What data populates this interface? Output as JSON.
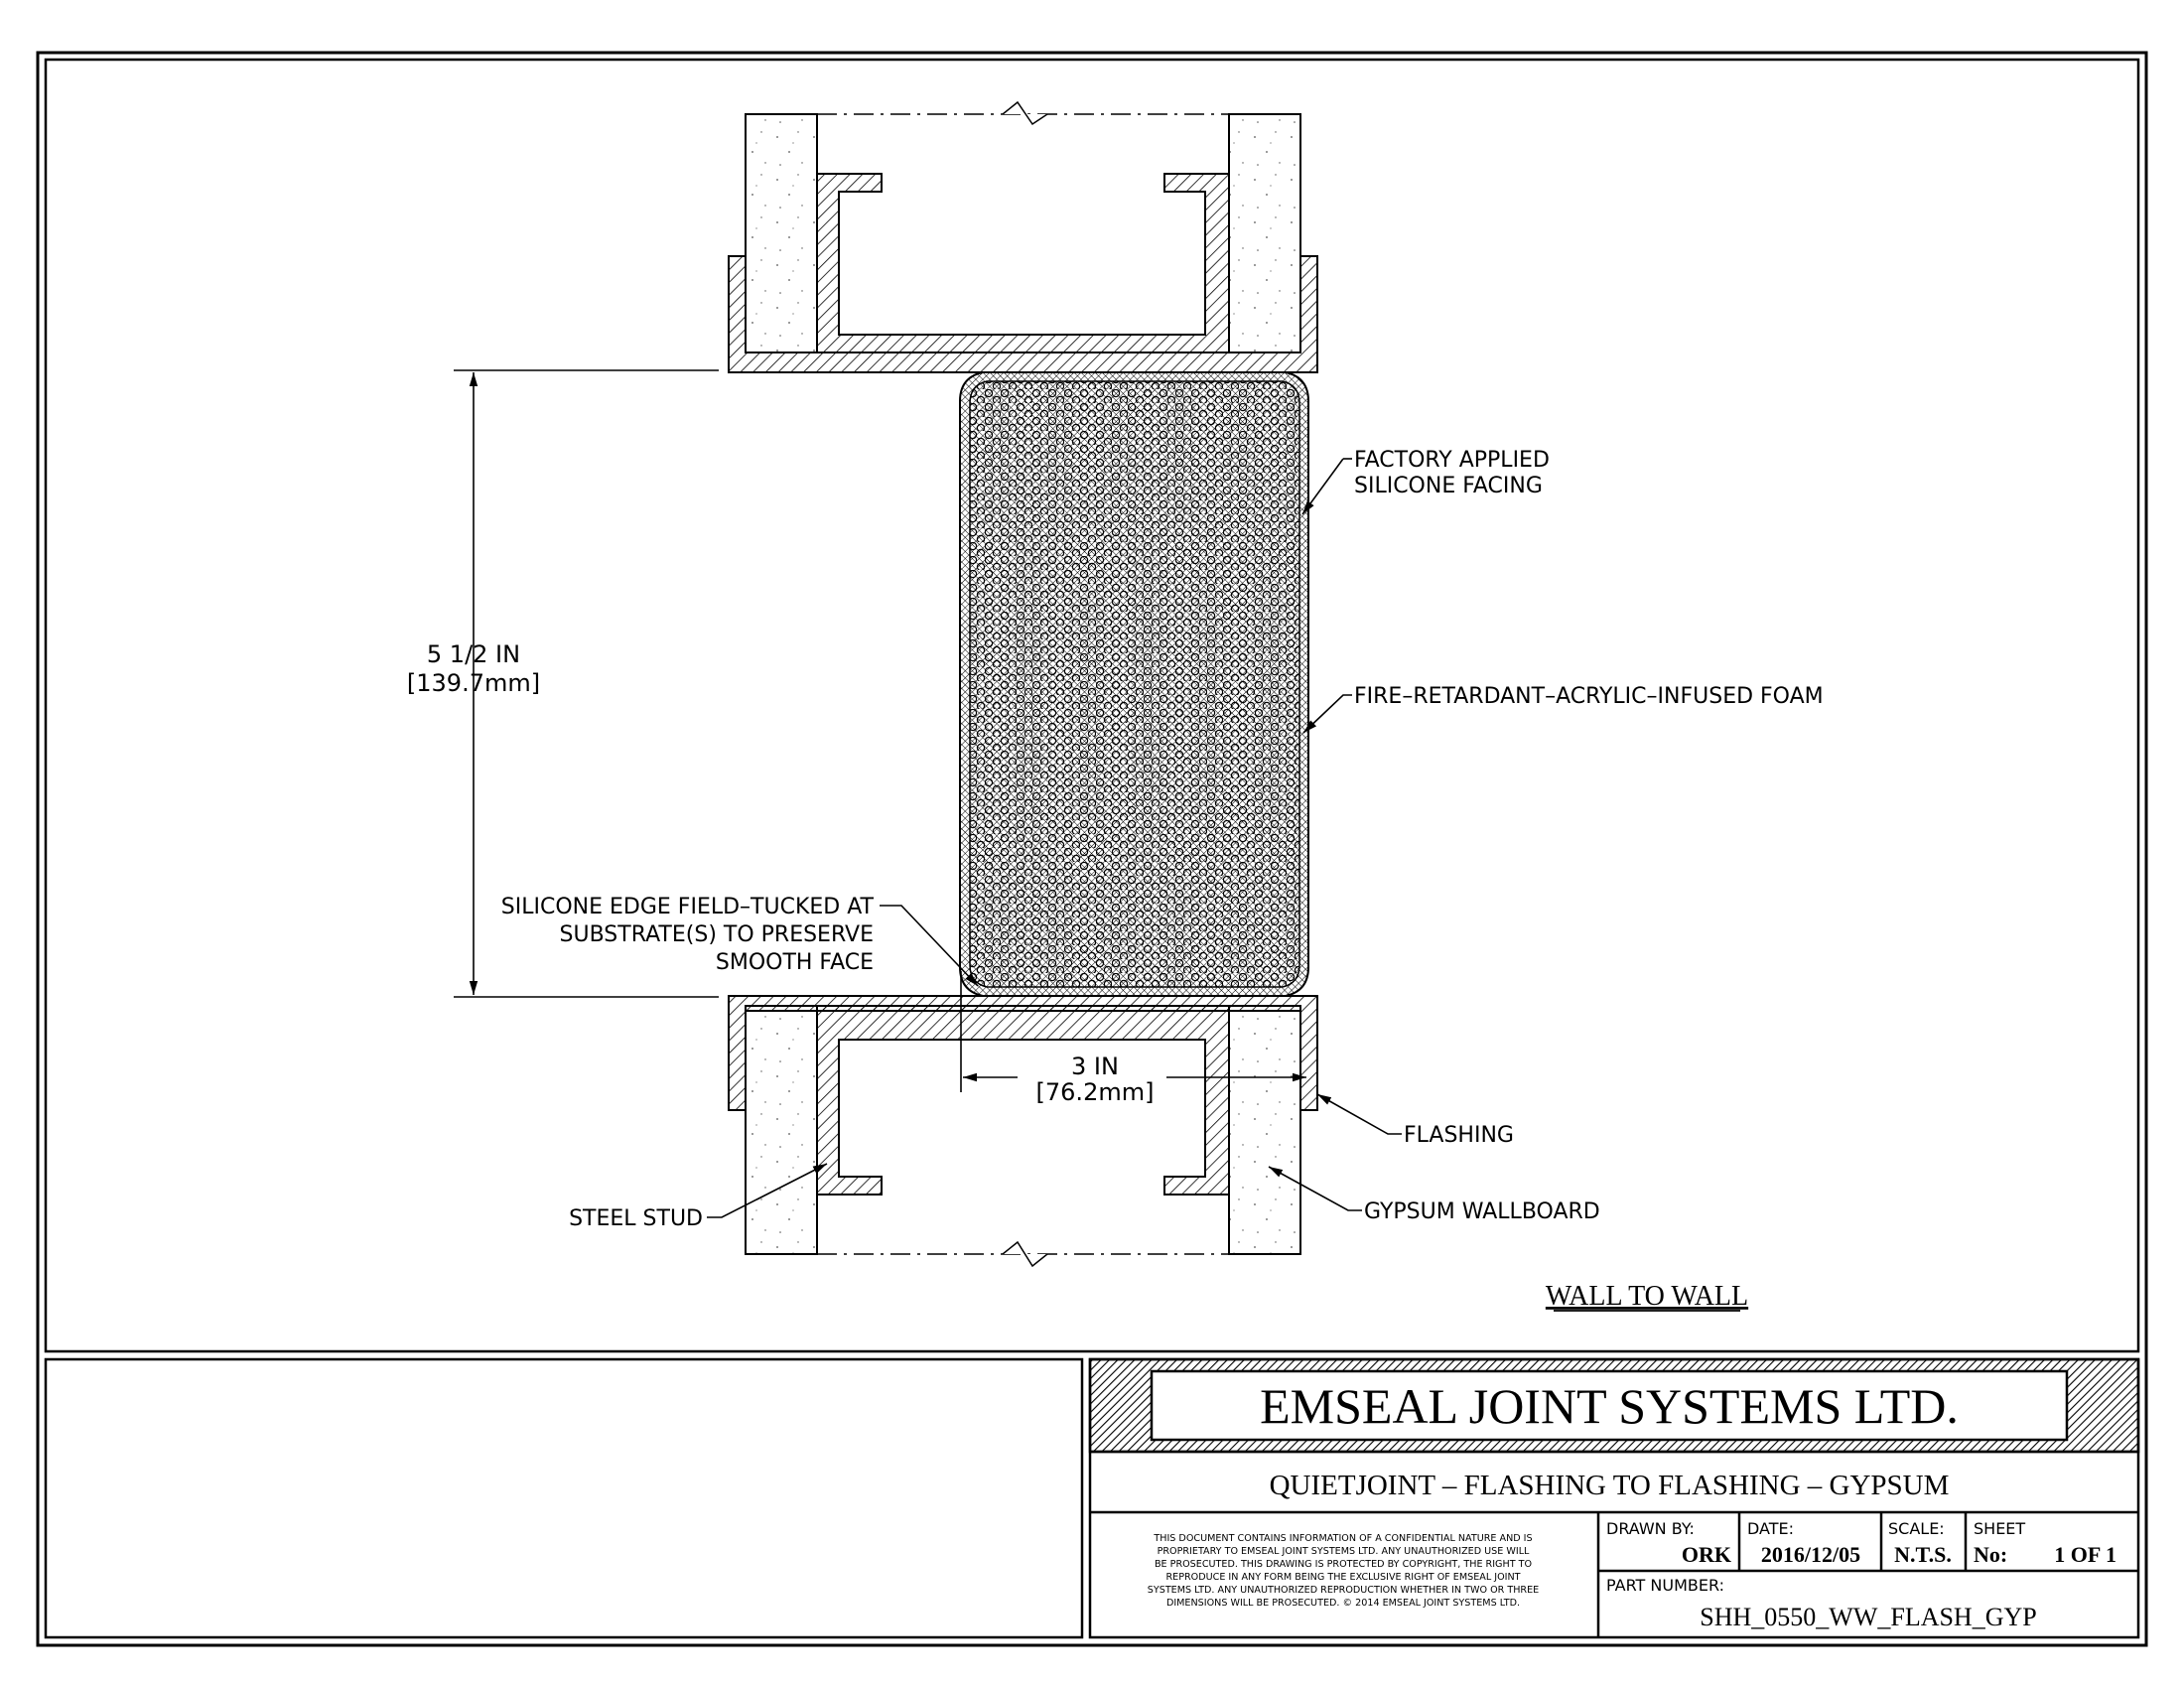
{
  "drawing": {
    "view_title": "WALL TO WALL",
    "dimensions": {
      "height_in": "5 1/2 IN",
      "height_mm": "[139.7mm]",
      "width_in": "3 IN",
      "width_mm": "[76.2mm]"
    },
    "callouts": {
      "silicone_facing": [
        "FACTORY APPLIED",
        "SILICONE FACING"
      ],
      "foam": "FIRE–RETARDANT–ACRYLIC–INFUSED FOAM",
      "silicone_edge": [
        "SILICONE EDGE FIELD–TUCKED AT",
        "SUBSTRATE(S) TO PRESERVE",
        "SMOOTH FACE"
      ],
      "flashing": "FLASHING",
      "steel_stud": "STEEL STUD",
      "gypsum": "GYPSUM WALLBOARD"
    }
  },
  "title_block": {
    "company": "EMSEAL JOINT SYSTEMS LTD.",
    "title": "QUIETJOINT – FLASHING TO FLASHING – GYPSUM",
    "disclaimer": [
      "THIS DOCUMENT CONTAINS INFORMATION OF A CONFIDENTIAL NATURE AND IS",
      "PROPRIETARY TO EMSEAL JOINT SYSTEMS LTD. ANY UNAUTHORIZED USE WILL",
      "BE PROSECUTED. THIS DRAWING IS PROTECTED BY COPYRIGHT, THE RIGHT TO",
      "REPRODUCE IN ANY FORM BEING THE EXCLUSIVE RIGHT OF EMSEAL JOINT",
      "SYSTEMS LTD. ANY UNAUTHORIZED REPRODUCTION WHETHER IN TWO OR THREE",
      "DIMENSIONS WILL BE PROSECUTED. © 2014 EMSEAL JOINT SYSTEMS LTD."
    ],
    "drawn_by_label": "DRAWN BY:",
    "drawn_by": "ORK",
    "date_label": "DATE:",
    "date": "2016/12/05",
    "scale_label": "SCALE:",
    "scale": "N.T.S.",
    "sheet_label": "SHEET",
    "sheet_no_label": "No:",
    "sheet_no": "1 OF 1",
    "part_number_label": "PART NUMBER:",
    "part_number": "SHH_0550_WW_FLASH_GYP"
  }
}
